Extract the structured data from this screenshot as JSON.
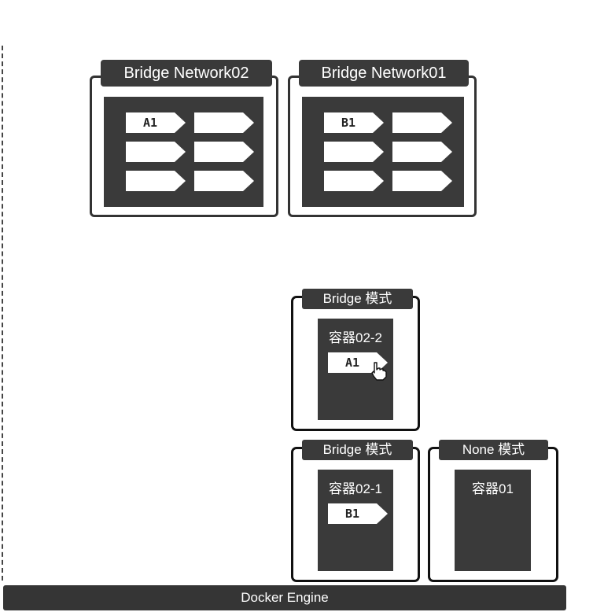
{
  "networks": [
    {
      "title": "Bridge Network02",
      "label": "A1"
    },
    {
      "title": "Bridge Network01",
      "label": "B1"
    }
  ],
  "modes": [
    {
      "title": "Bridge 模式",
      "container": "容器02-2",
      "label": "A1"
    },
    {
      "title": "Bridge 模式",
      "container": "容器02-1",
      "label": "B1"
    },
    {
      "title": "None 模式",
      "container": "容器01"
    }
  ],
  "engine": "Docker Engine",
  "icons": [
    "hand-pointer-icon"
  ]
}
